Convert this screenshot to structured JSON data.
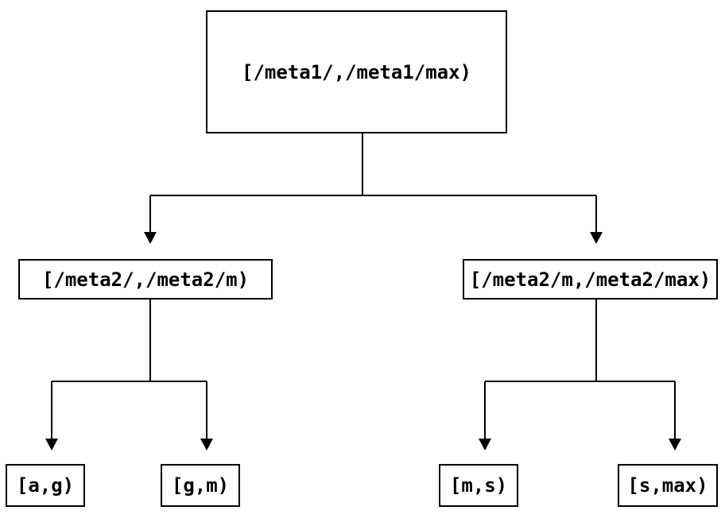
{
  "diagram": {
    "type": "tree",
    "background_color": "#ffffff",
    "line_color": "#000000",
    "box_border_color": "#000000",
    "text_color": "#000000",
    "nodes": {
      "root": {
        "label": "[/meta1/,/meta1/max)"
      },
      "meta2_left": {
        "label": "[/meta2/,/meta2/m)"
      },
      "meta2_right": {
        "label": "[/meta2/m,/meta2/max)"
      },
      "leaf_a_g": {
        "label": "[a,g)"
      },
      "leaf_g_m": {
        "label": "[g,m)"
      },
      "leaf_m_s": {
        "label": "[m,s)"
      },
      "leaf_s_max": {
        "label": "[s,max)"
      }
    },
    "edges": [
      {
        "from": "root",
        "to": "meta2_left"
      },
      {
        "from": "root",
        "to": "meta2_right"
      },
      {
        "from": "meta2_left",
        "to": "leaf_a_g"
      },
      {
        "from": "meta2_left",
        "to": "leaf_g_m"
      },
      {
        "from": "meta2_right",
        "to": "leaf_m_s"
      },
      {
        "from": "meta2_right",
        "to": "leaf_s_max"
      }
    ]
  }
}
